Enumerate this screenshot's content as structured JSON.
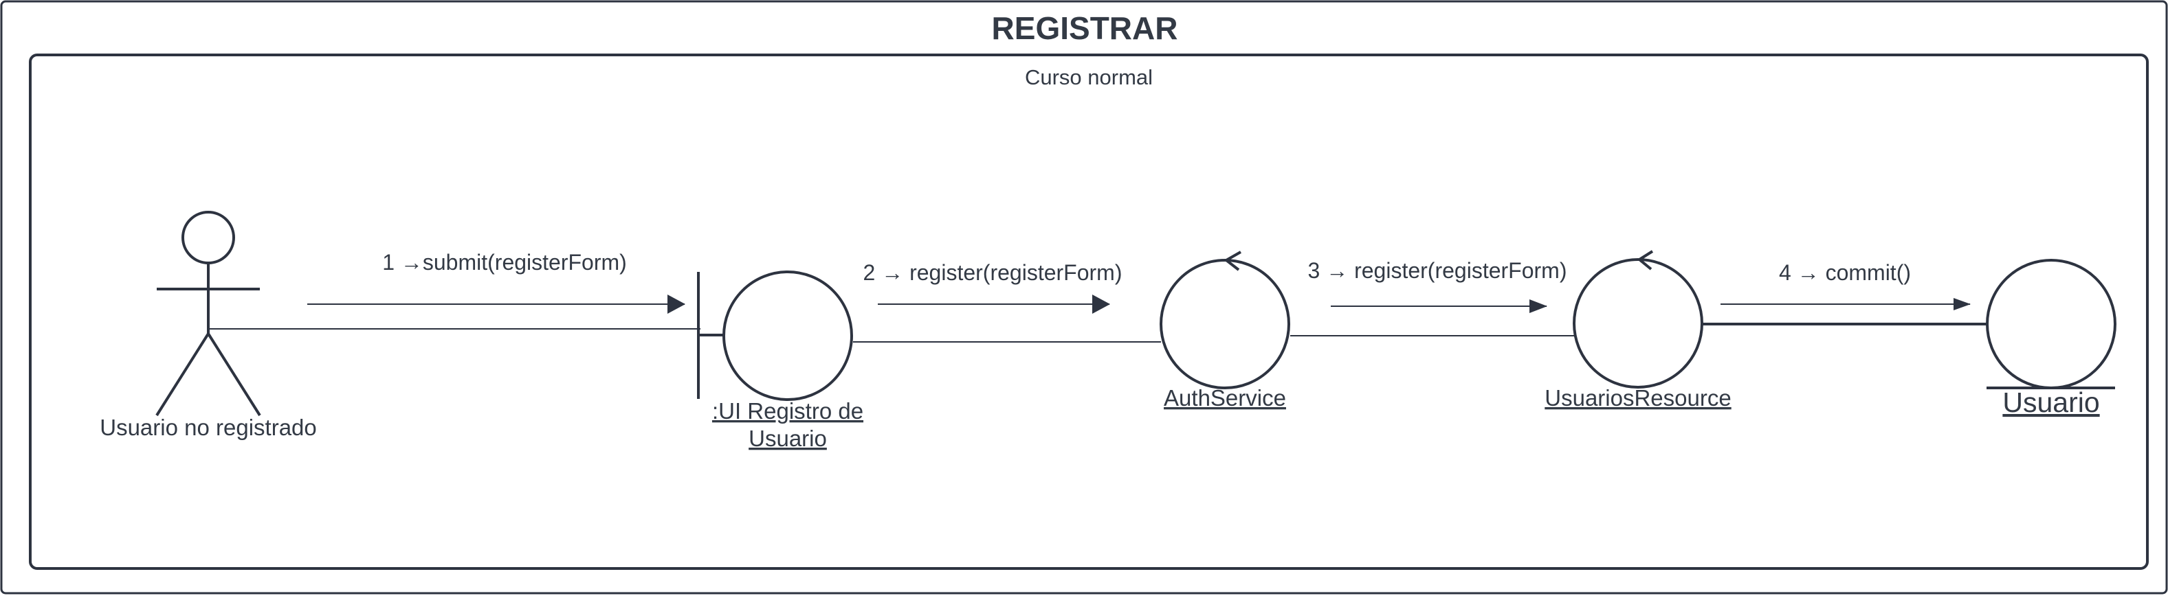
{
  "diagram": {
    "title": "REGISTRAR",
    "subtitle": "Curso normal",
    "actor": {
      "label": "Usuario no registrado"
    },
    "nodes": {
      "boundary": {
        "line1": ":UI Registro de",
        "line2": "Usuario"
      },
      "control_auth": {
        "label": "AuthService"
      },
      "control_resource": {
        "label": "UsuariosResource"
      },
      "entity": {
        "label": "Usuario"
      }
    },
    "messages": [
      {
        "text": "1 →submit(registerForm)"
      },
      {
        "text": "2 → register(registerForm)"
      },
      {
        "text": "3 → register(registerForm)"
      },
      {
        "text": "4 → commit()"
      }
    ],
    "colors": {
      "stroke": "#2d3340",
      "text": "#333a45",
      "background": "#ffffff"
    }
  }
}
